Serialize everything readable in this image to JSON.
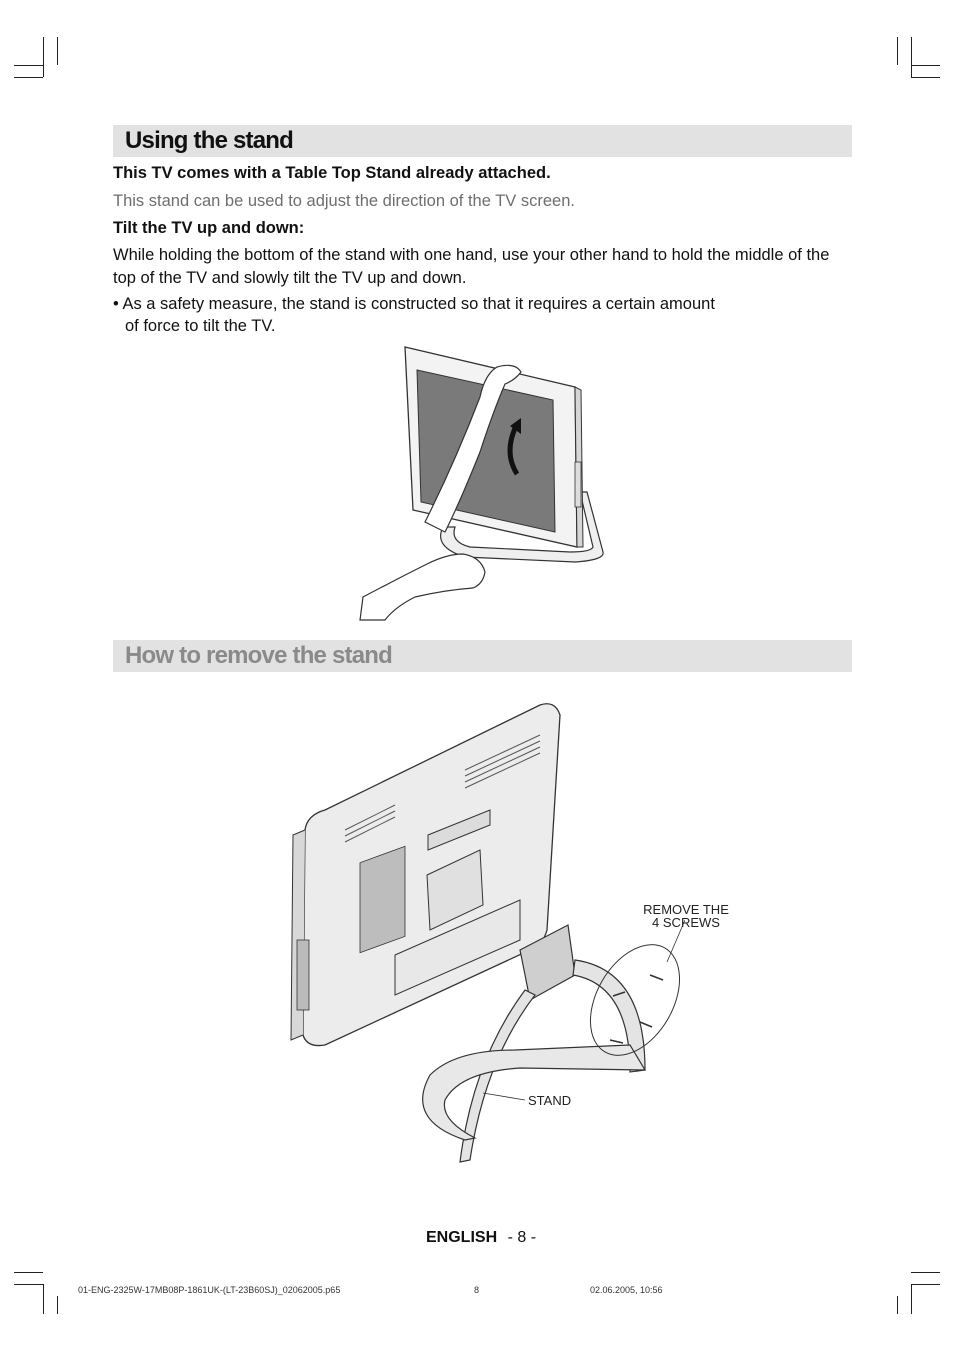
{
  "section1": {
    "title": "Using the stand",
    "intro_bold": "This TV comes with a Table Top Stand already attached.",
    "intro": "This stand can be used to adjust the direction of the TV screen.",
    "tilt_heading": "Tilt the TV up and down:",
    "tilt_text": "While holding the bottom of the stand with one hand, use your other hand to hold the middle of the top of the TV and slowly tilt the TV up and down.",
    "bullet_line1": "• As a safety measure, the stand is constructed so that it requires a certain amount",
    "bullet_line2": "of force to tilt the TV."
  },
  "section2": {
    "title": "How to remove the stand",
    "callout_screws_line1": "REMOVE THE",
    "callout_screws_line2": "4 SCREWS",
    "callout_stand": "STAND"
  },
  "footer": {
    "language": "ENGLISH",
    "page": "- 8 -",
    "file": "01-ENG-2325W-17MB08P-1861UK-(LT-23B60SJ)_02062005.p65",
    "page_num": "8",
    "date": "02.06.2005, 10:56"
  }
}
